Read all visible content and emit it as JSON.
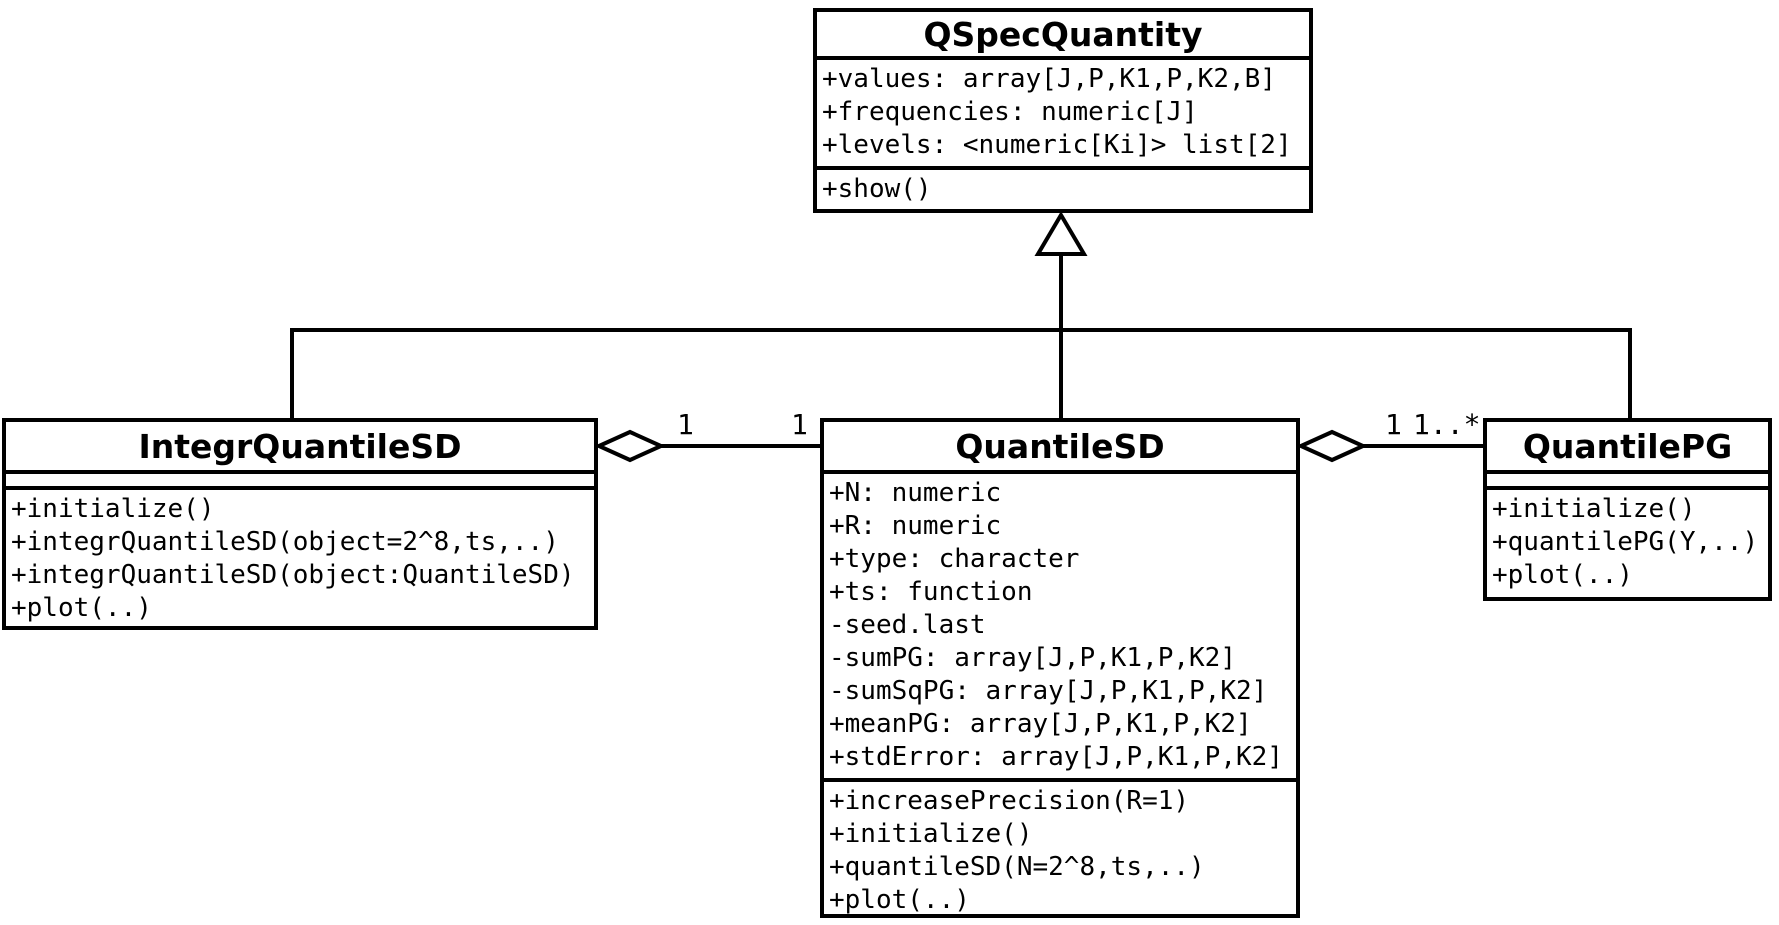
{
  "diagram": {
    "type": "uml-class-diagram",
    "colors": {
      "line": "#000000",
      "background": "#ffffff",
      "text": "#000000"
    }
  },
  "classes": {
    "qspec": {
      "name": "QSpecQuantity",
      "attributes": [
        "+values: array[J,P,K1,P,K2,B]",
        "+frequencies: numeric[J]",
        "+levels: <numeric[Ki]> list[2]"
      ],
      "methods": [
        "+show()"
      ]
    },
    "integr": {
      "name": "IntegrQuantileSD",
      "attributes": [],
      "methods": [
        "+initialize()",
        "+integrQuantileSD(object=2^8,ts,..)",
        "+integrQuantileSD(object:QuantileSD)",
        "+plot(..)"
      ]
    },
    "qsd": {
      "name": "QuantileSD",
      "attributes": [
        "+N: numeric",
        "+R: numeric",
        "+type: character",
        "+ts: function",
        "-seed.last",
        "-sumPG: array[J,P,K1,P,K2]",
        "-sumSqPG: array[J,P,K1,P,K2]",
        "+meanPG: array[J,P,K1,P,K2]",
        "+stdError: array[J,P,K1,P,K2]"
      ],
      "methods": [
        "+increasePrecision(R=1)",
        "+initialize()",
        "+quantileSD(N=2^8,ts,..)",
        "+plot(..)"
      ]
    },
    "qpg": {
      "name": "QuantilePG",
      "attributes": [],
      "methods": [
        "+initialize()",
        "+quantilePG(Y,..)",
        "+plot(..)"
      ]
    }
  },
  "relationships": {
    "generalization": {
      "parent": "QSpecQuantity",
      "children": [
        "IntegrQuantileSD",
        "QuantileSD",
        "QuantilePG"
      ]
    },
    "aggregations": [
      {
        "whole": "IntegrQuantileSD",
        "part": "QuantileSD",
        "whole_multiplicity": "1",
        "part_multiplicity": "1"
      },
      {
        "whole": "QuantileSD",
        "part": "QuantilePG",
        "whole_multiplicity": "1",
        "part_multiplicity": "1..*"
      }
    ]
  },
  "multiplicities": {
    "left_whole": "1",
    "left_part": "1",
    "right_whole": "1",
    "right_part": "1..*"
  }
}
